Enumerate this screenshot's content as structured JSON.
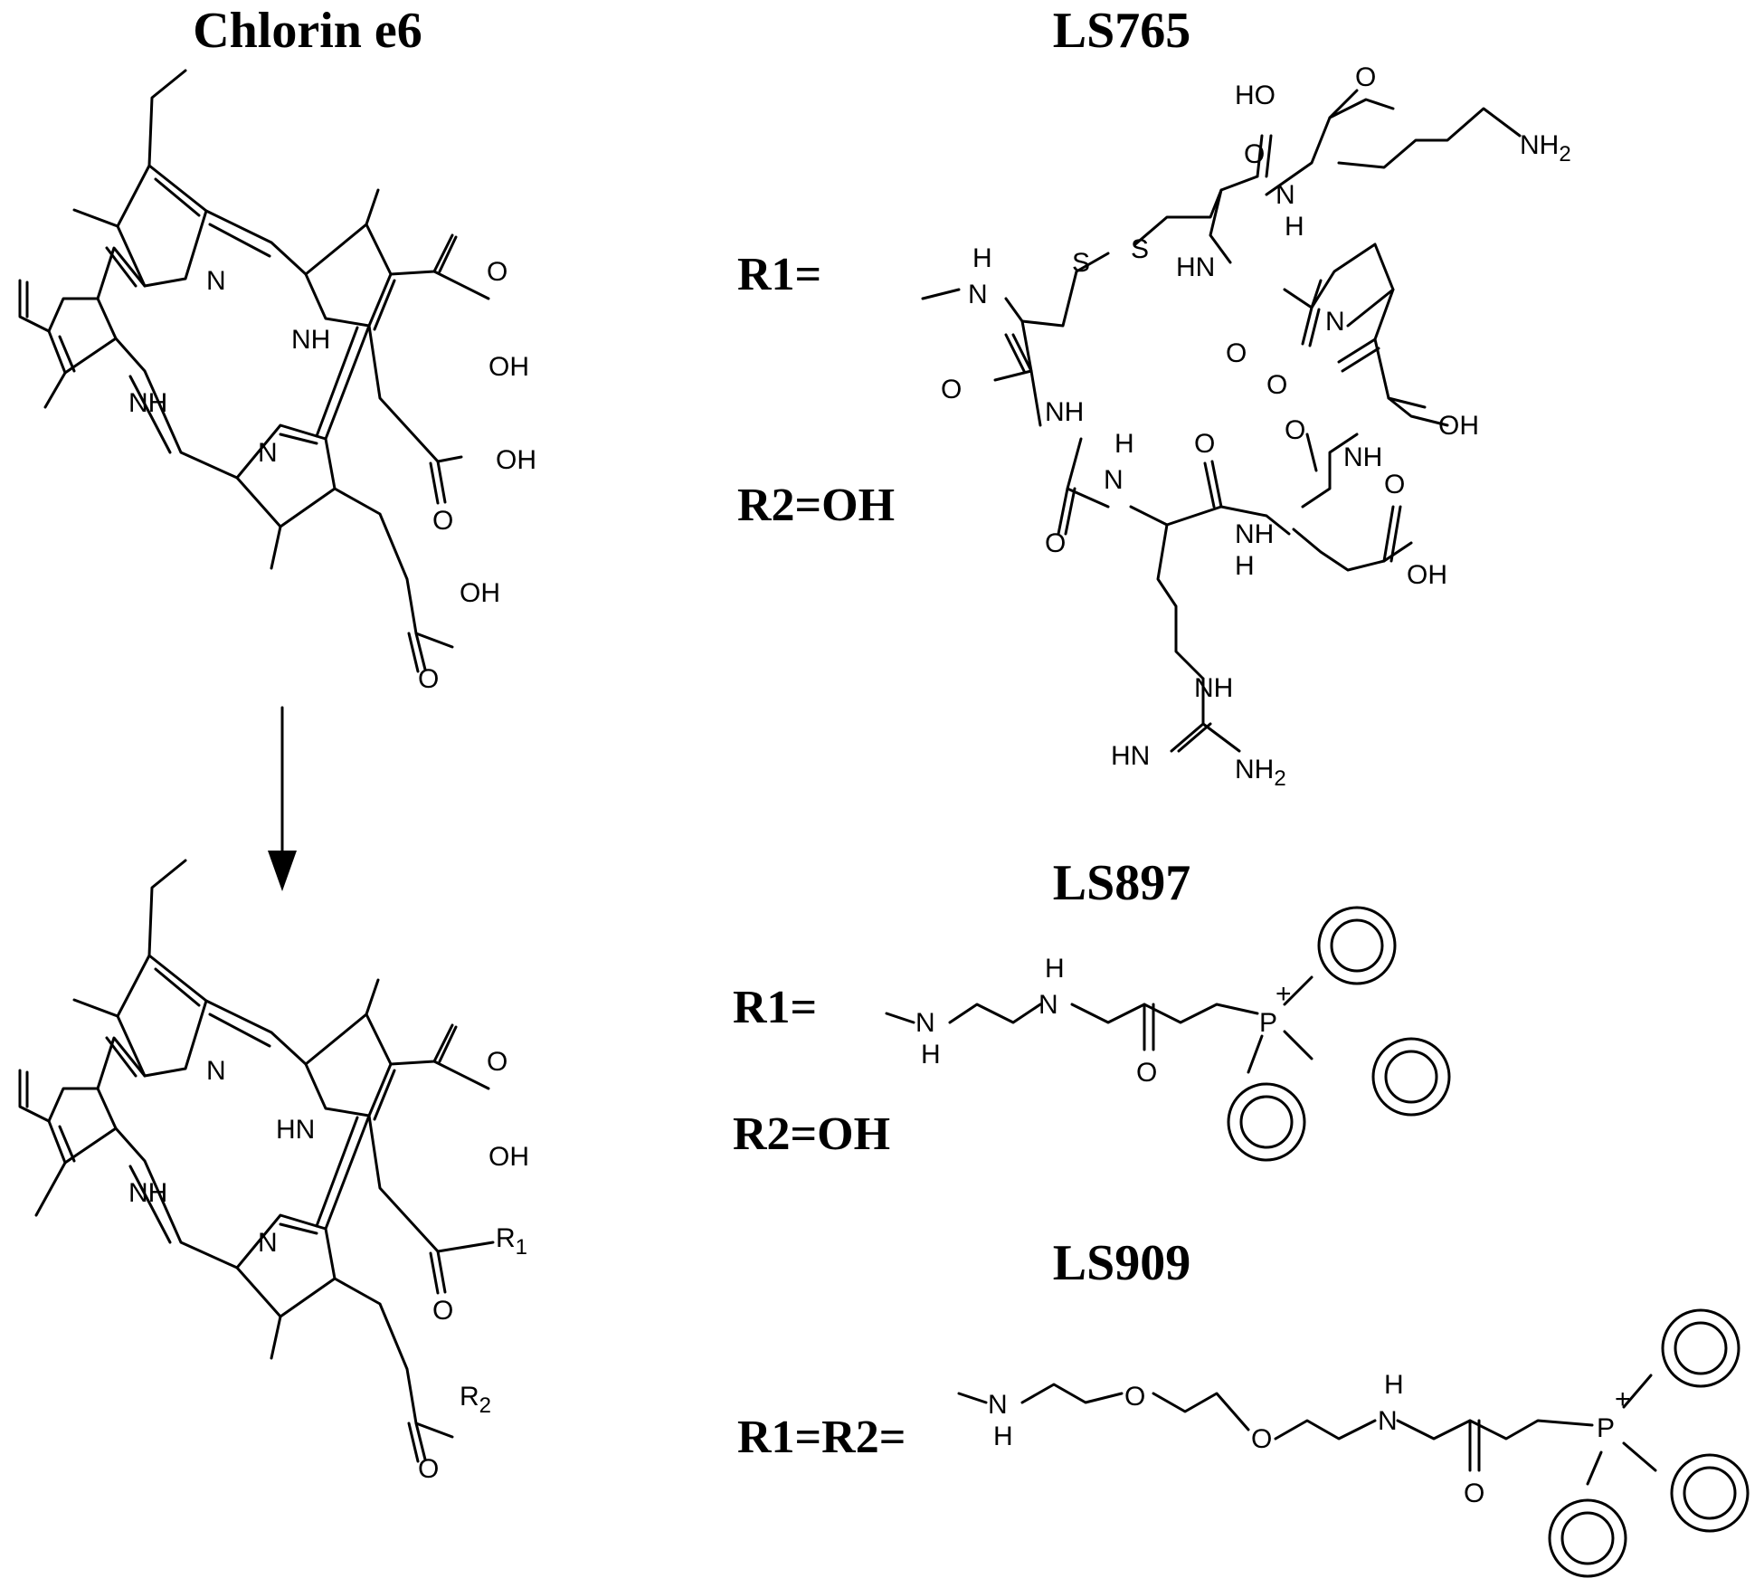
{
  "titles": {
    "chlorin": "Chlorin e6",
    "ls765": "LS765",
    "ls897": "LS897",
    "ls909": "LS909"
  },
  "atoms": {
    "N": "N",
    "NH": "NH",
    "HN": "HN",
    "H": "H",
    "O": "O",
    "OH": "OH",
    "HO": "HO",
    "S": "S",
    "NH2": "NH",
    "HN_eq": "HN",
    "R1": "R",
    "R2": "R",
    "P": "P",
    "plus": "+"
  },
  "subscripts": {
    "one": "1",
    "two": "2",
    "h2": "2"
  },
  "rgroups": {
    "ls765_r1": "R1=",
    "ls765_r2": "R2=OH",
    "ls897_r1": "R1=",
    "ls897_r2": "R2=OH",
    "ls909_r1r2": "R1=R2="
  }
}
